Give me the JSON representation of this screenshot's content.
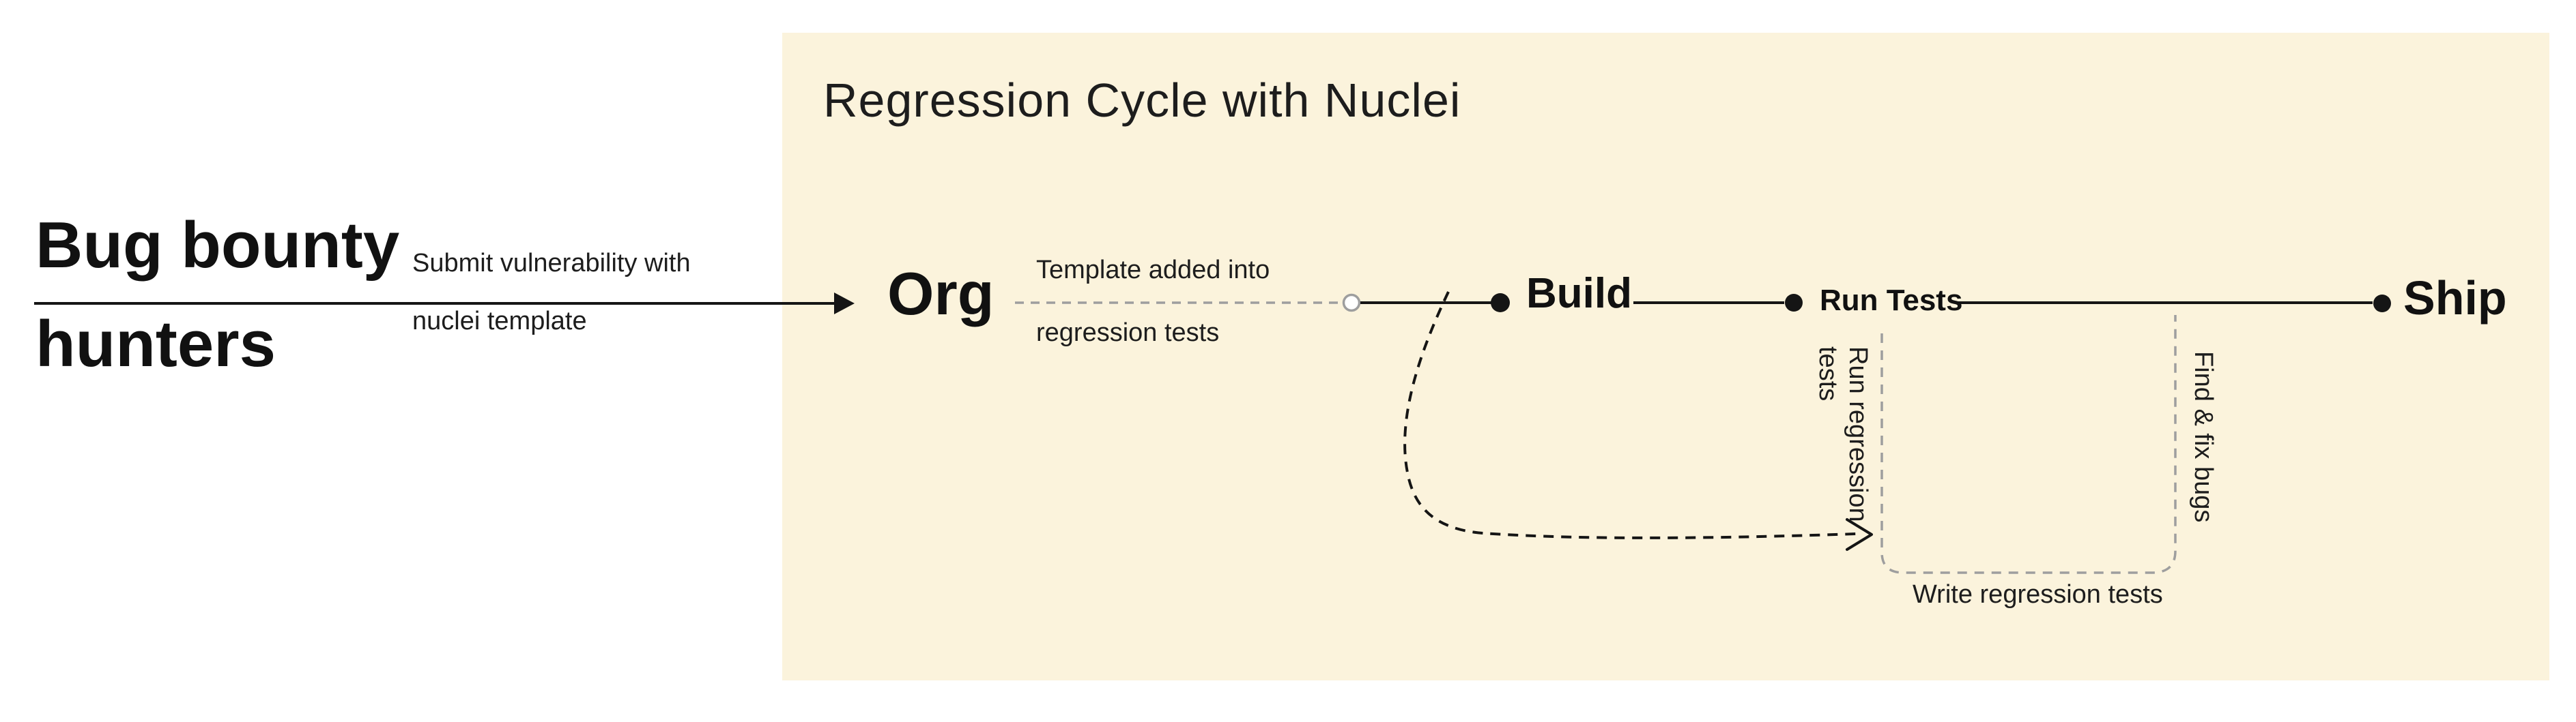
{
  "colors": {
    "background": "#ffffff",
    "panel": "#fbf3dc",
    "ink": "#1d1d1d",
    "line": "#151515",
    "muted_line": "#9e9e9e"
  },
  "panel": {
    "title": "Regression Cycle with Nuclei"
  },
  "actor": {
    "line1": "Bug bounty",
    "line2": "hunters"
  },
  "nodes": {
    "org": "Org",
    "build": "Build",
    "run_tests": "Run Tests",
    "ship": "Ship"
  },
  "edges": {
    "submit": {
      "line1": "Submit vulnerability with",
      "line2": "nuclei template"
    },
    "template": {
      "line1": "Template added into",
      "line2": "regression tests"
    },
    "run_regression": {
      "line1": "Run regression",
      "line2": "tests"
    },
    "find_fix": {
      "label": "Find & fix bugs"
    },
    "write_regression": {
      "label": "Write regression tests"
    }
  }
}
